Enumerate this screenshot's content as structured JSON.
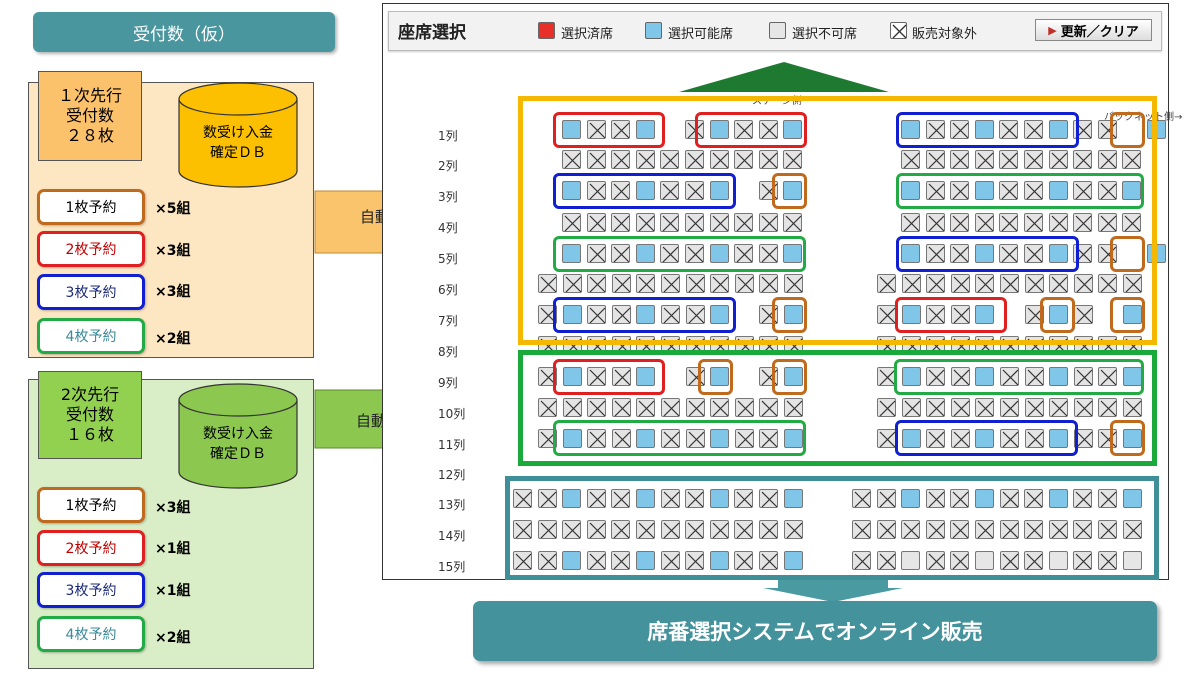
{
  "header": {
    "badge": "受付数（仮）"
  },
  "groups": [
    {
      "title_lines": [
        "１次先行",
        "受付数",
        "２８枚"
      ],
      "db_lines": [
        "数受け入金",
        "確定ＤＢ"
      ],
      "bookings": [
        {
          "label": "1枚予約",
          "count": "×5組",
          "color": "#c06a1e"
        },
        {
          "label": "2枚予約",
          "count": "×3組",
          "color": "#e02020"
        },
        {
          "label": "3枚予約",
          "count": "×3組",
          "color": "#1020d0"
        },
        {
          "label": "4枚予約",
          "count": "×2組",
          "color": "#22aa44"
        }
      ],
      "arrow_label": "自動貼付け"
    },
    {
      "title_lines": [
        "2次先行",
        "受付数",
        "１６枚"
      ],
      "db_lines": [
        "数受け入金",
        "確定ＤＢ"
      ],
      "bookings": [
        {
          "label": "1枚予約",
          "count": "×3組",
          "color": "#c06a1e"
        },
        {
          "label": "2枚予約",
          "count": "×1組",
          "color": "#e02020"
        },
        {
          "label": "3枚予約",
          "count": "×1組",
          "color": "#1020d0"
        },
        {
          "label": "4枚予約",
          "count": "×2組",
          "color": "#22aa44"
        }
      ],
      "arrow_label": "自動貼付け"
    }
  ],
  "seat_window": {
    "title": "座席選択",
    "legend": [
      {
        "label": "選択済席",
        "kind": "selected",
        "color": "#e8302a"
      },
      {
        "label": "選択可能席",
        "kind": "available",
        "color": "#7fc6e8"
      },
      {
        "label": "選択不可席",
        "kind": "unavailable",
        "color": "#e6e6e6"
      },
      {
        "label": "販売対象外",
        "kind": "excluded",
        "color": "#ffffff"
      }
    ],
    "reset_button": "更新／クリア",
    "top_note": "ステージ側",
    "side_note": "バックネット側→",
    "rows": [
      "1列",
      "2列",
      "3列",
      "4列",
      "5列",
      "6列",
      "7列",
      "8列",
      "9列",
      "10列",
      "11列",
      "12列",
      "13列",
      "14列",
      "15列"
    ]
  },
  "banner": "席番選択システムでオンライン販売",
  "colors": {
    "orange_frame": "#f5b800",
    "green_frame": "#1aaa3c",
    "teal_frame": "#3f8f98",
    "arrow_orange": "#f9c46b",
    "arrow_green": "#8cc850",
    "stage": "#1e7a30"
  }
}
